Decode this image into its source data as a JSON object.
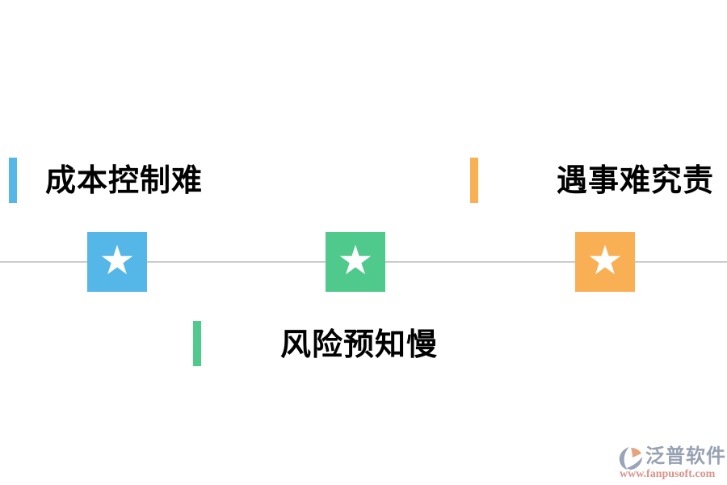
{
  "diagram": {
    "type": "timeline-pain-points",
    "labels": [
      {
        "id": "cost",
        "text": "成本控制难",
        "accent_color": "#55b6e8",
        "position": "top-left"
      },
      {
        "id": "accountability",
        "text": "遇事难究责",
        "accent_color": "#f9b055",
        "position": "top-right"
      },
      {
        "id": "risk",
        "text": "风险预知慢",
        "accent_color": "#50c98c",
        "position": "bottom-center"
      }
    ],
    "milestones": [
      {
        "icon": "star",
        "color": "#55b6e8"
      },
      {
        "icon": "star",
        "color": "#50c98c"
      },
      {
        "icon": "star",
        "color": "#f9b055"
      }
    ]
  },
  "icons": {
    "star": "★"
  },
  "colors": {
    "blue": "#55b6e8",
    "green": "#50c98c",
    "orange": "#f9b055",
    "timeline_line": "#cccccc",
    "label_text": "#000000",
    "star": "#ffffff",
    "logo_gray": "#9aa4b8",
    "logo_orange": "#e5a37f",
    "logo_url": "#d9938d"
  },
  "watermark": {
    "brand": "泛普软件",
    "url": "www.fanpusoft.com"
  }
}
